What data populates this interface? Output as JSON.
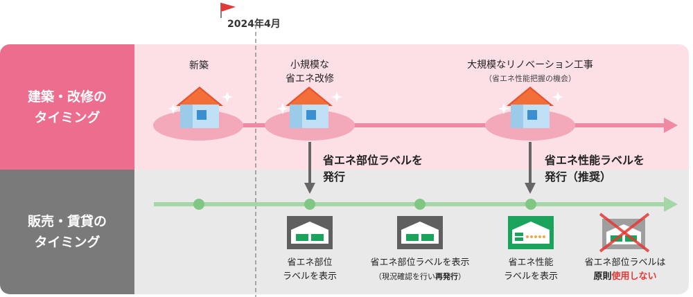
{
  "timeline": {
    "date_label": "2024年4月"
  },
  "lanes": {
    "construction": {
      "line1": "建築・改修の",
      "line2": "タイミング"
    },
    "sales": {
      "line1": "販売・賃貸の",
      "line2": "タイミング"
    }
  },
  "events": {
    "new_build": "新築",
    "small_reno": {
      "line1": "小規模な",
      "line2": "省エネ改修"
    },
    "large_reno": {
      "line1": "大規模なリノベーション工事",
      "line2": "（省エネ性能把握の機会）"
    }
  },
  "arrow_labels": {
    "part_label": {
      "line1": "省エネ部位ラベルを",
      "line2": "発行"
    },
    "perf_label": {
      "line1": "省エネ性能ラベルを",
      "line2": "発行（推奨）"
    }
  },
  "captions": {
    "c1": {
      "line1": "省エネ部位",
      "line2": "ラベルを表示"
    },
    "c2": {
      "line1": "省エネ部位ラベルを表示",
      "line2a": "（現況確認を行い",
      "line2b": "再発行",
      "line2c": "）"
    },
    "c3": {
      "line1": "省エネ性能",
      "line2": "ラベルを表示"
    },
    "c4": {
      "line1": "省エネ部位ラベルは",
      "line2a": "原則",
      "line2b": "使用しない"
    }
  },
  "colors": {
    "construction_label_bg": "#ec6d8e",
    "construction_lane_bg": "#fce0e6",
    "sales_label_bg": "#7a7a7a",
    "sales_lane_bg": "#e9e9e9",
    "pink_line": "#ef8aa2",
    "green_line": "#a5d6a7",
    "green_dot": "#81c784",
    "flag_red": "#e53935",
    "emphasis_red": "#e53935"
  },
  "icons": [
    "flag-icon",
    "house-icon",
    "sparkle-icon",
    "label-card-icon",
    "cross-icon"
  ]
}
